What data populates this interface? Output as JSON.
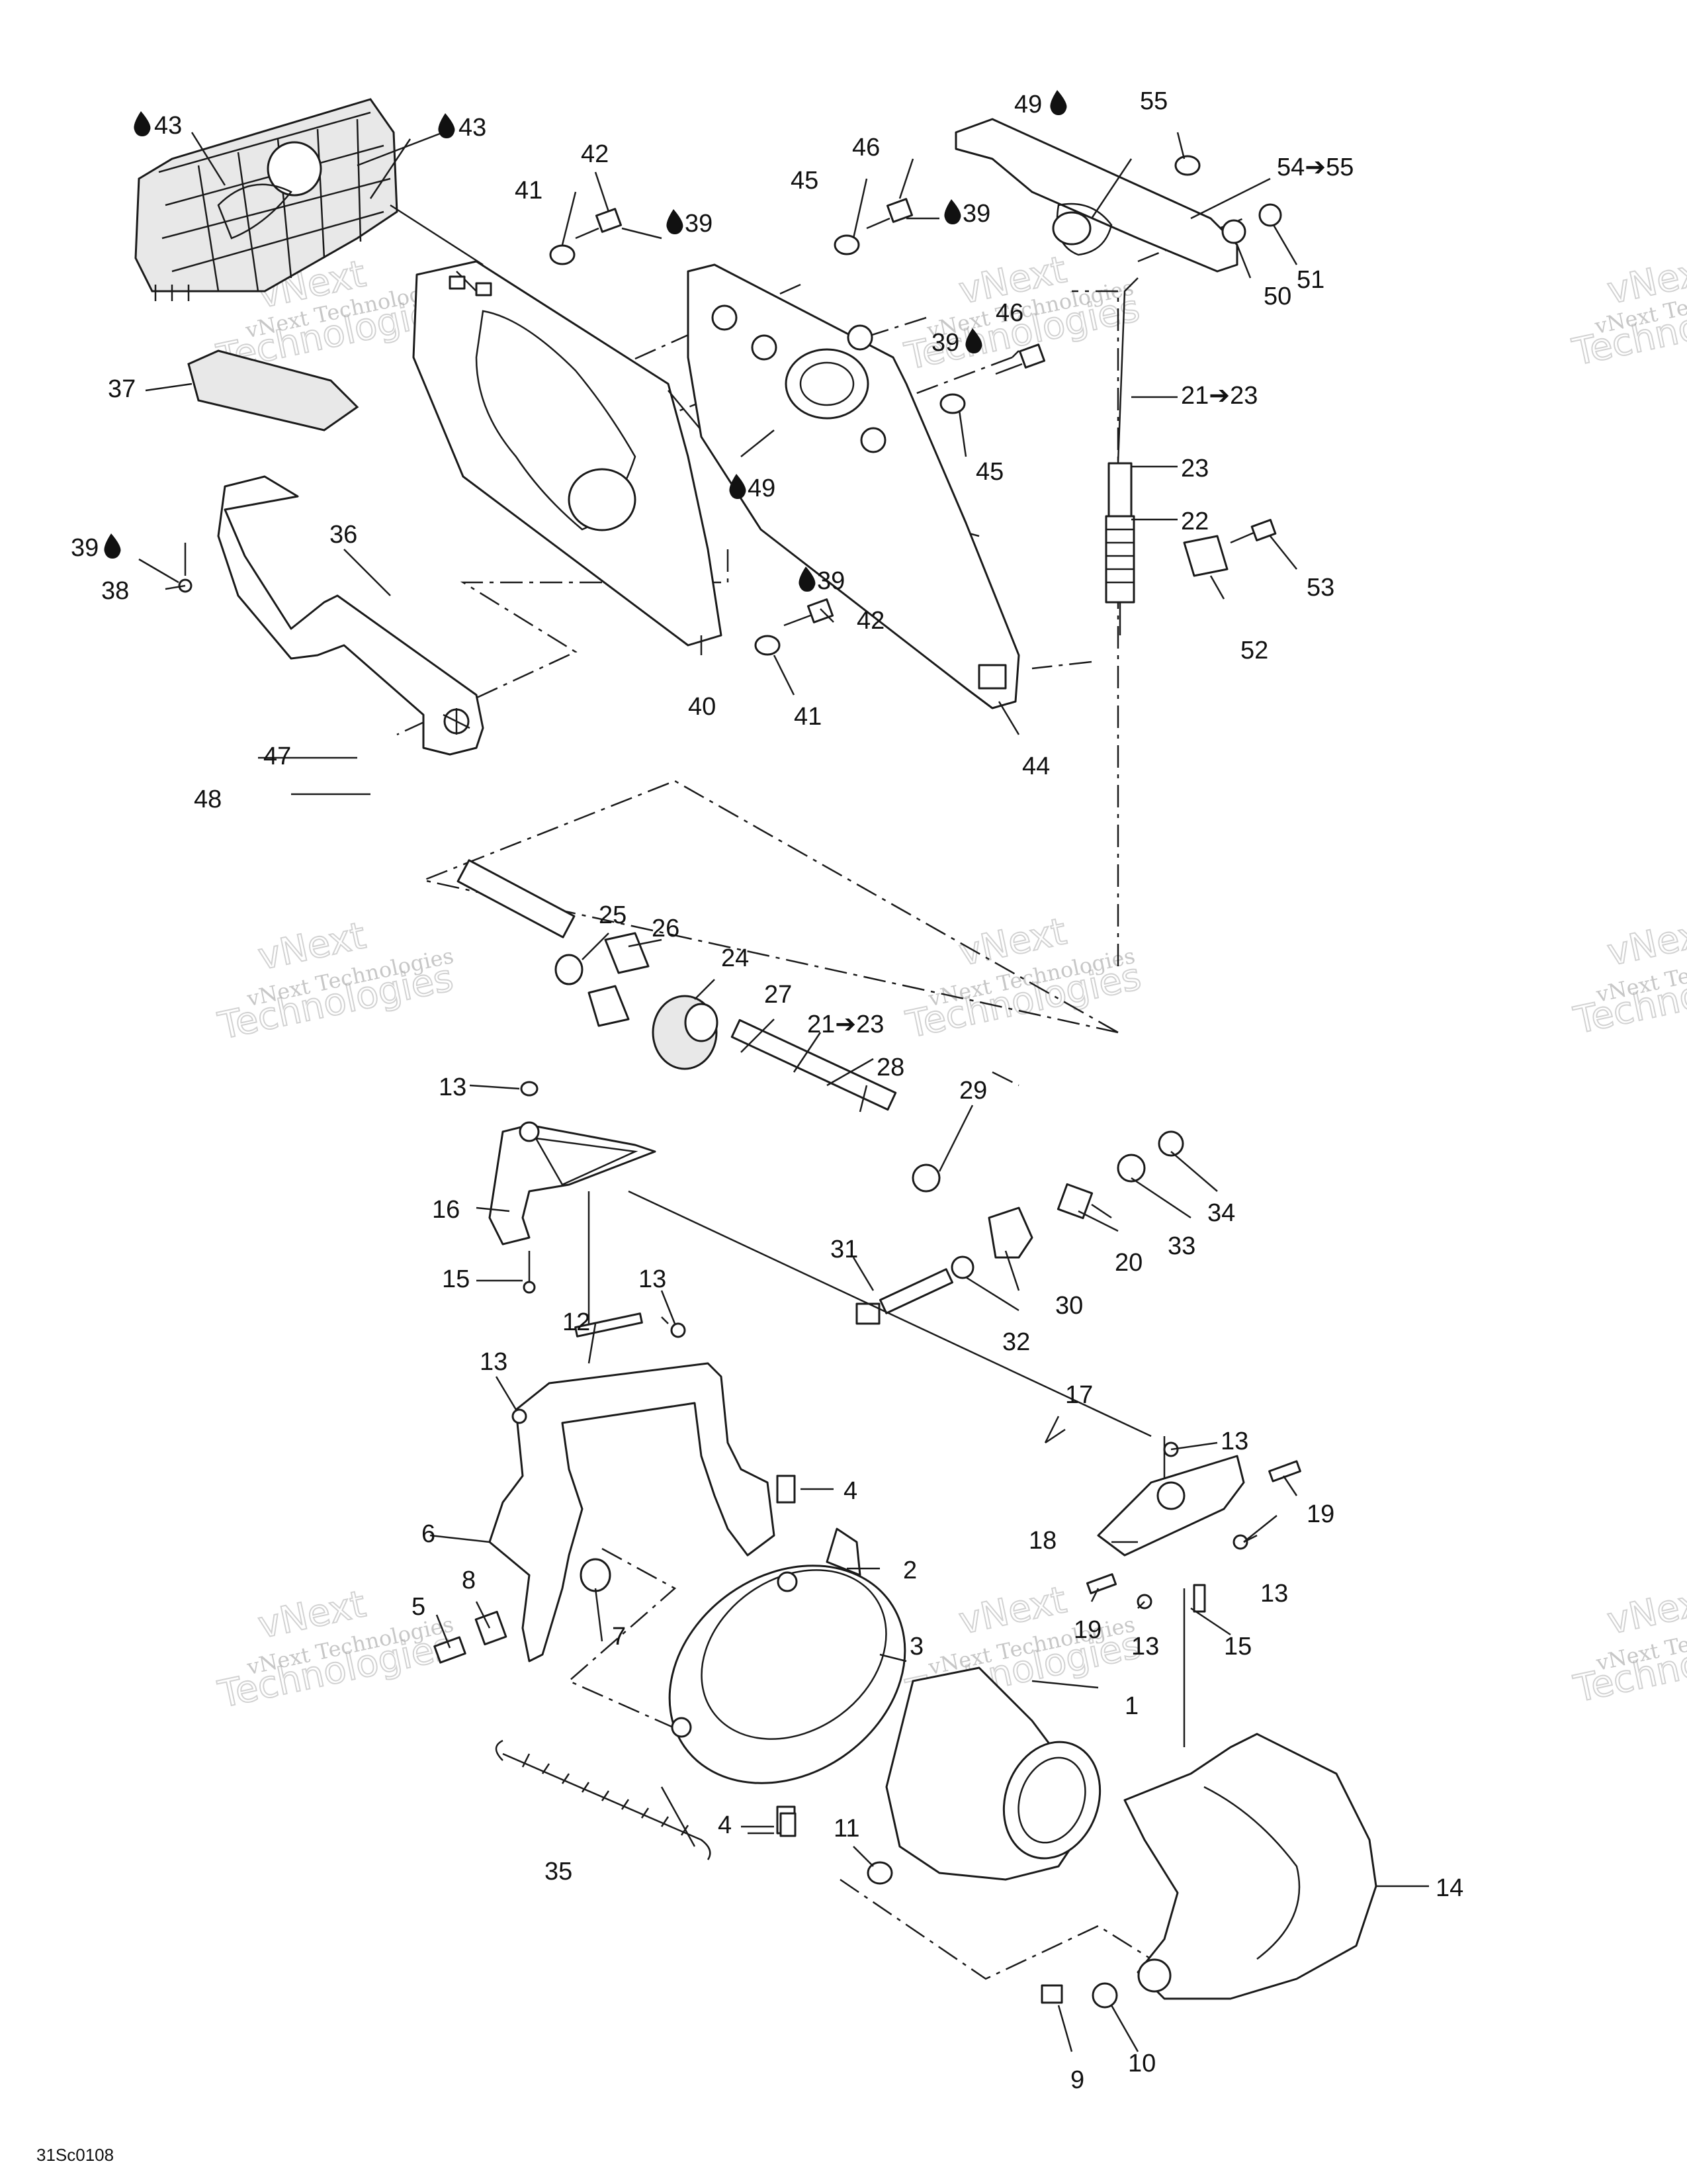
{
  "diagram_code": "31Sc0108",
  "watermark": {
    "line1": "vNext Technologies",
    "line2": "vNext",
    "line3": "Technologies"
  },
  "callouts": {
    "c1": "1",
    "c2": "2",
    "c3": "3",
    "c4a": "4",
    "c4b": "4",
    "c5": "5",
    "c6": "6",
    "c7": "7",
    "c8": "8",
    "c9": "9",
    "c10": "10",
    "c11": "11",
    "c12": "12",
    "c13a": "13",
    "c13b": "13",
    "c13c": "13",
    "c13d": "13",
    "c13e": "13",
    "c13f": "13",
    "c14": "14",
    "c15a": "15",
    "c15b": "15",
    "c16": "16",
    "c17": "17",
    "c18": "18",
    "c19a": "19",
    "c19b": "19",
    "c20": "20",
    "c21a": "21➔23",
    "c21b": "21➔23",
    "c22": "22",
    "c23": "23",
    "c24": "24",
    "c25": "25",
    "c26": "26",
    "c27": "27",
    "c28": "28",
    "c29": "29",
    "c30": "30",
    "c31": "31",
    "c32": "32",
    "c33": "33",
    "c34": "34",
    "c35": "35",
    "c36": "36",
    "c37": "37",
    "c38": "38",
    "c39a": "39",
    "c39b": "39",
    "c39c": "39",
    "c39d": "39",
    "c39e": "39",
    "c40": "40",
    "c41a": "41",
    "c41b": "41",
    "c42a": "42",
    "c42b": "42",
    "c43a": "43",
    "c43b": "43",
    "c44": "44",
    "c45a": "45",
    "c45b": "45",
    "c46a": "46",
    "c46b": "46",
    "c47": "47",
    "c48": "48",
    "c49a": "49",
    "c49b": "49",
    "c50": "50",
    "c51": "51",
    "c52": "52",
    "c53": "53",
    "c54": "54➔55",
    "c55": "55"
  }
}
